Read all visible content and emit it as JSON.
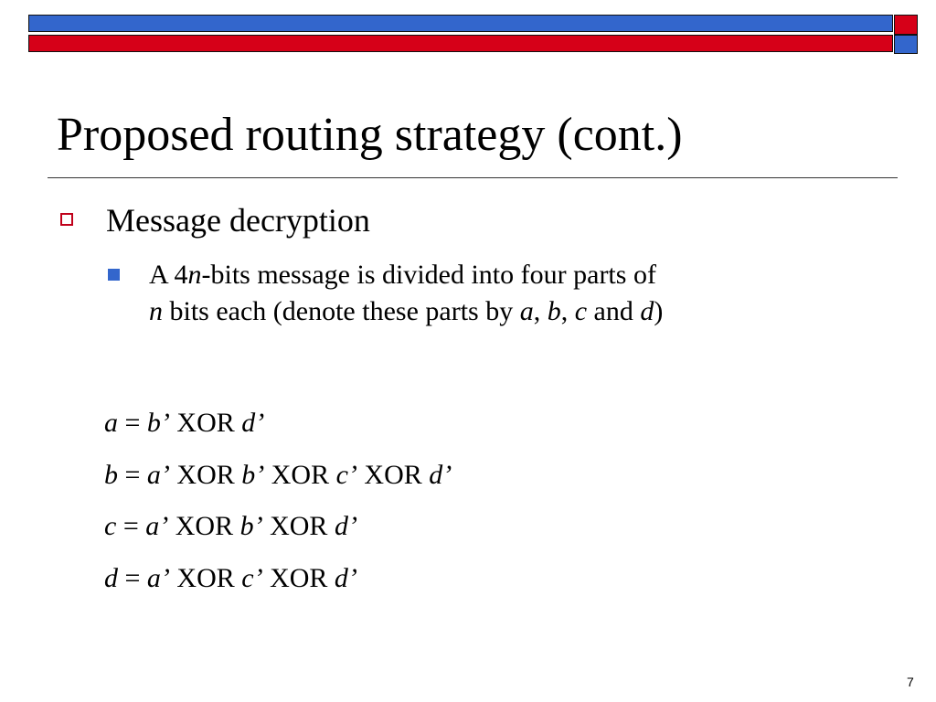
{
  "colors": {
    "blue": "#3366cc",
    "red": "#d60018",
    "bullet_outline": "#c0001a"
  },
  "slide": {
    "title": "Proposed routing strategy (cont.)",
    "bullet": {
      "icon": "hollow-square",
      "text": "Message decryption",
      "sub_bullet": {
        "icon": "filled-square",
        "line1": {
          "p1": "A 4",
          "var_n": "n",
          "p2": "-bits message is divided into four parts of"
        },
        "line2": {
          "var_n": "n",
          "p1": " bits each (denote these parts by ",
          "var_a": "a",
          "sep1": ", ",
          "var_b": "b",
          "sep2": ", ",
          "var_c": "c",
          "and": " and ",
          "var_d": "d",
          "close": ")"
        }
      }
    },
    "equations": [
      {
        "lhs": "a",
        "eq": " = ",
        "t1": "b’",
        "op1": " XOR ",
        "t2": "d’"
      },
      {
        "lhs": "b",
        "eq": " = ",
        "t1": "a’",
        "op1": " XOR ",
        "t2": "b’",
        "op2": " XOR ",
        "t3": "c’",
        "op3": " XOR ",
        "t4": "d’"
      },
      {
        "lhs": "c",
        "eq": " = ",
        "t1": "a’",
        "op1": " XOR ",
        "t2": "b’",
        "op2": " XOR ",
        "t3": "d’"
      },
      {
        "lhs": "d",
        "eq": " = ",
        "t1": "a’",
        "op1": " XOR ",
        "t2": "c’",
        "op2": " XOR ",
        "t3": "d’"
      }
    ],
    "page_number": "7"
  }
}
